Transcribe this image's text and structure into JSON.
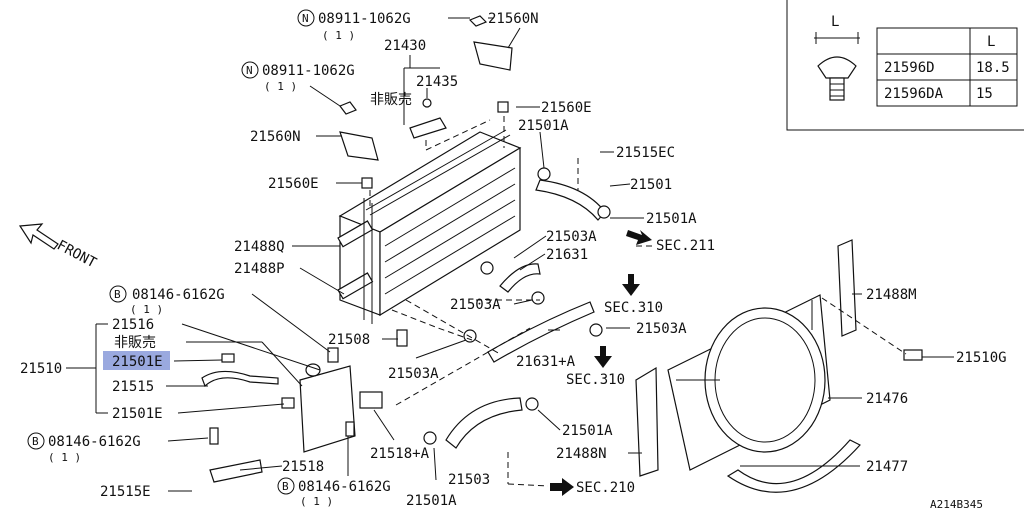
{
  "callouts": {
    "p08911_top": "08911-1062G",
    "p08911_left": "08911-1062G",
    "qty_1": "( 1 )",
    "p21430": "21430",
    "p21435": "21435",
    "not_sold": "非販売",
    "p21560N_top": "21560N",
    "p21560N_left": "21560N",
    "p21560E_top": "21560E",
    "p21560E_left": "21560E",
    "p21501A": "21501A",
    "p21515EC": "21515EC",
    "p21501": "21501",
    "p21503A": "21503A",
    "p21631": "21631",
    "p21631A": "21631+A",
    "p21488Q": "21488Q",
    "p21488P": "21488P",
    "p08146": "08146-6162G",
    "p21516": "21516",
    "p21510": "21510",
    "p21501E": "21501E",
    "p21515": "21515",
    "p21508": "21508",
    "p21518": "21518",
    "p21518A": "21518+A",
    "p21503": "21503",
    "p21515E": "21515E",
    "p21488M": "21488M",
    "p21510G": "21510G",
    "p21476": "21476",
    "p21488N": "21488N",
    "p21477": "21477",
    "sec211": "SEC.211",
    "sec310": "SEC.310",
    "sec210": "SEC.210",
    "front": "FRONT",
    "circle_n": "N",
    "circle_b": "B",
    "diagram_id": "A214B345"
  },
  "inset": {
    "dim_label": "L",
    "table": {
      "header": "L",
      "rows": [
        {
          "part": "21596D",
          "value": "18.5"
        },
        {
          "part": "21596DA",
          "value": "15"
        }
      ]
    }
  },
  "highlight_color": "#9aa9df"
}
